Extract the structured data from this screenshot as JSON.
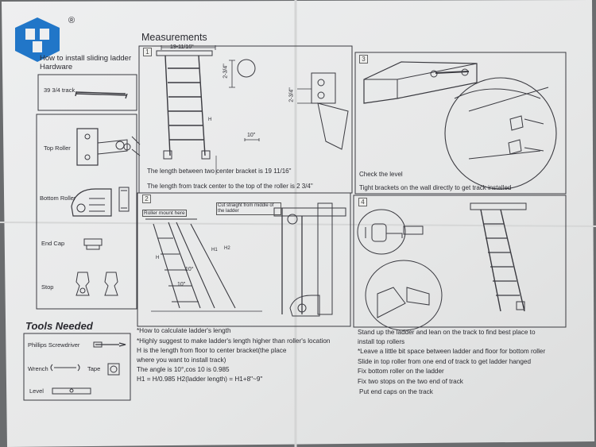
{
  "brand": {
    "registered_mark": "®"
  },
  "left_column": {
    "title_line1": "How to install sliding ladder",
    "title_line2": "Hardware",
    "parts": [
      {
        "label": "39 3/4 track"
      },
      {
        "label": "Top Roller"
      },
      {
        "label": "Bottom Roller"
      },
      {
        "label": "End Cap"
      },
      {
        "label": "Stop"
      }
    ]
  },
  "tools": {
    "title": "Tools Needed",
    "items": [
      {
        "label": "Phillips Screwdriver"
      },
      {
        "label": "Wrench"
      },
      {
        "label": "Tape"
      },
      {
        "label": "Level"
      }
    ]
  },
  "measurements": {
    "title": "Measurements",
    "panel1": {
      "number": "1",
      "dim_top": "19-11/16\"",
      "dim_side": "2-3/4\"",
      "dim_bracket": "2-3/4\"",
      "dim_bottom": "10\"",
      "label_h": "H",
      "note1": "The length between two center bracket is 19 11/16\"",
      "note2": "The length from track center to the top of the roller is 2 3/4\""
    },
    "panel2": {
      "number": "2",
      "label_roller": "Roller mount here",
      "label_cut": "Cut straight from middle of the ladder",
      "angle1": "10°",
      "angle2": "10\"",
      "label_h1": "H1",
      "label_h2": "H2",
      "label_h": "H"
    },
    "panel3": {
      "number": "3",
      "note1": "Check the level",
      "note2": "Tight brackets on the wall directly to get track installed"
    },
    "panel4": {
      "number": "4"
    },
    "instructions_left": [
      "*How to calculate ladder's length",
      "*Highly suggest to make ladder's length higher than roller's location",
      " H is the length from floor to center bracket(the place",
      "where you want to install track)",
      "The angle is 10°,cos 10 is 0.985",
      "H1 = H/0.985  H2(ladder length) = H1+8\"~9\""
    ],
    "instructions_right": [
      "Stand up the ladder and lean on the track to find best place to",
      "install top rollers",
      "*Leave a little bit space between ladder and floor for bottom roller",
      "Slide in top roller from one end of track to get ladder hanged",
      "Fix bottom roller on the ladder",
      "Fix two stops on the two end of track",
      "Put end caps on the track"
    ]
  },
  "colors": {
    "ink": "#2a2a30",
    "paper": "#e9eaea",
    "logo": "#2176c8",
    "background": "#6a6c6e"
  }
}
